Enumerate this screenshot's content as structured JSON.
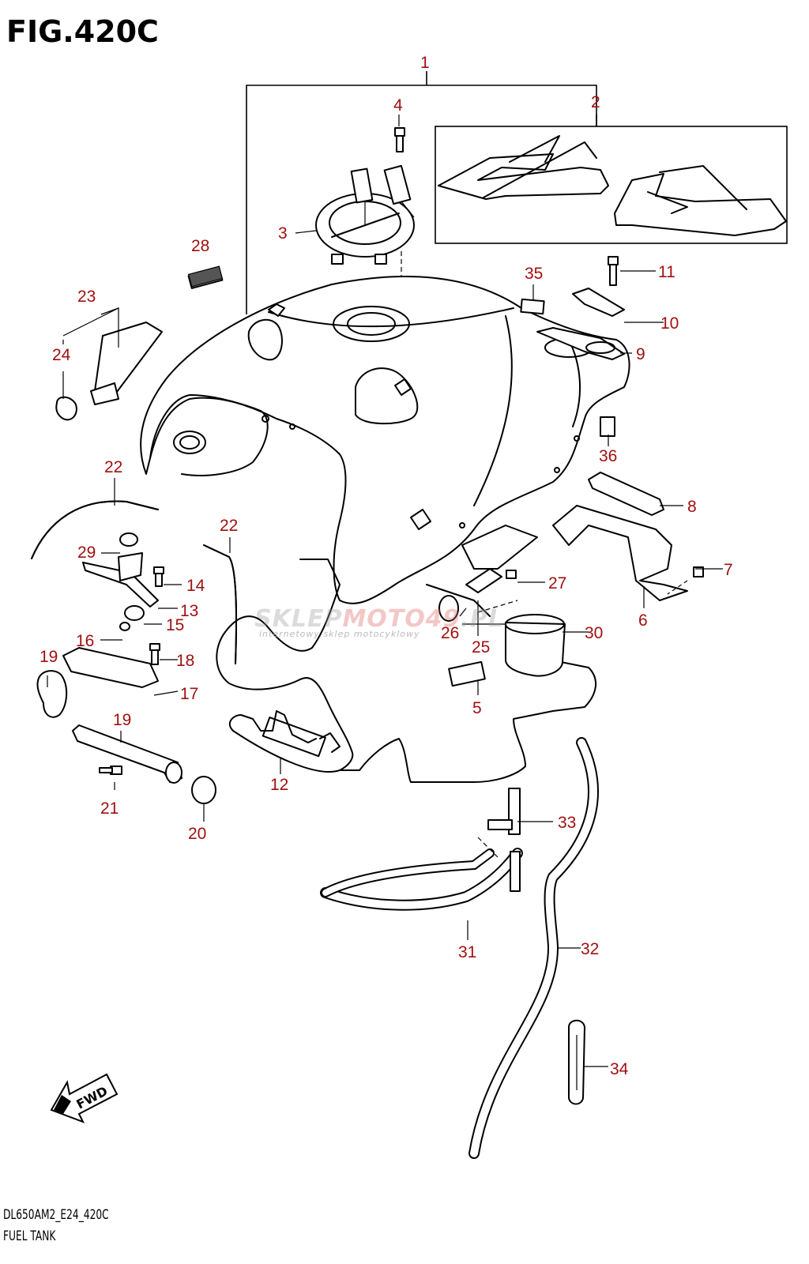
{
  "figure": {
    "title": "FIG.420C",
    "model_code": "DL650AM2_E24_420C",
    "name": "FUEL TANK"
  },
  "watermark": {
    "brand_part1": "SKLEP",
    "brand_part2": "MOTO",
    "brand_part3": "49",
    "brand_part4": ".PL",
    "tagline": "internetowy sklep motocyklowy"
  },
  "direction_badge": "FWD",
  "callouts": [
    "1",
    "2",
    "3",
    "4",
    "5",
    "6",
    "7",
    "8",
    "9",
    "10",
    "11",
    "12",
    "13",
    "14",
    "15",
    "16",
    "17",
    "18",
    "19",
    "19",
    "20",
    "21",
    "22",
    "22",
    "23",
    "24",
    "25",
    "26",
    "27",
    "28",
    "29",
    "30",
    "31",
    "32",
    "33",
    "34",
    "35",
    "36"
  ],
  "colors": {
    "callout": "#a01010",
    "line": "#000000"
  }
}
